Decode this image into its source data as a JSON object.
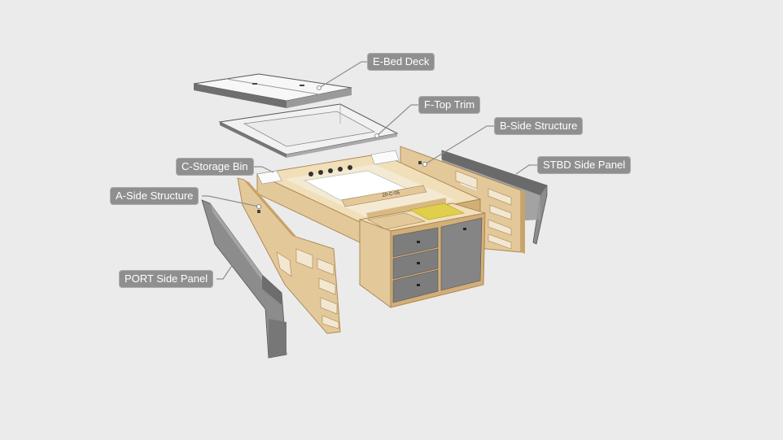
{
  "labels": {
    "bed_deck": "E-Bed Deck",
    "top_trim": "F-Top Trim",
    "b_side": "B-Side Structure",
    "stbd_panel": "STBD Side Panel",
    "storage_bin": "C-Storage Bin",
    "a_side": "A-Side Structure",
    "port_panel": "PORT Side Panel"
  },
  "part_marks": {
    "bin_mark": "20-C-05"
  },
  "colors": {
    "background": "#ebebeb",
    "plywood": "#e3c89a",
    "plywood_edge": "#c9a46a",
    "panel_gray": "#8c8c8c",
    "drawer_gray": "#7d7d7d",
    "deck_white": "#f7f7f7",
    "accent_yellow": "#e0cf4a",
    "callout": "#8f8f8f"
  }
}
